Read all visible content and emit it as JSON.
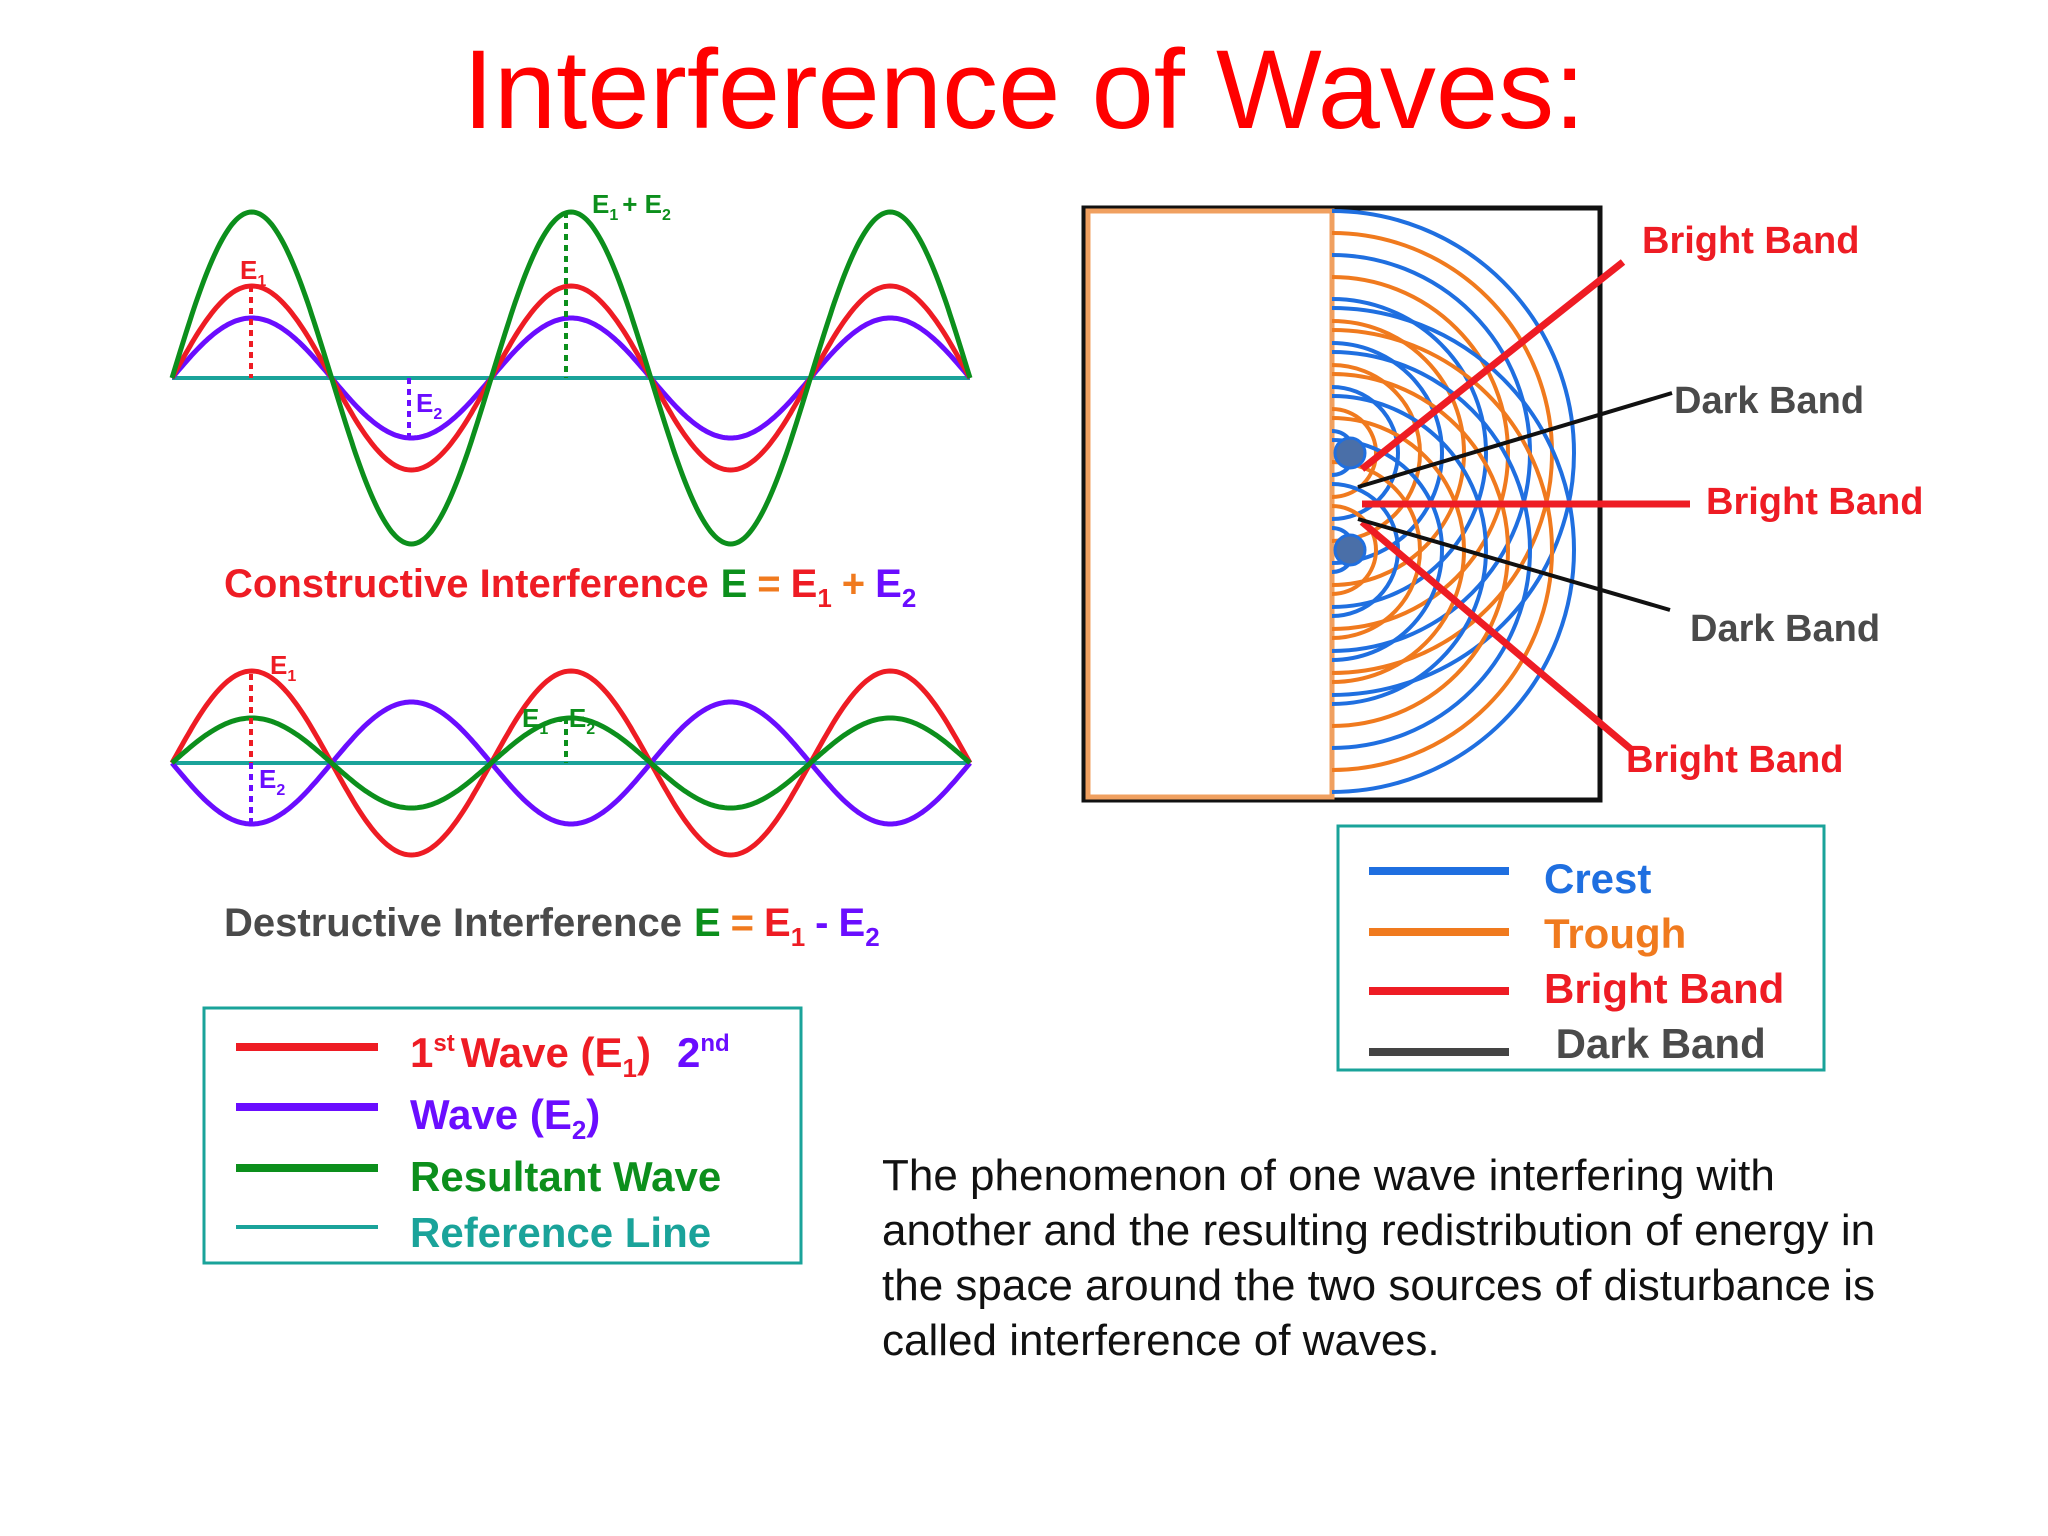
{
  "title": "Interference of Waves:",
  "colors": {
    "title": "#ff0000",
    "wave1": "#ee1c24",
    "wave2": "#6a0dff",
    "resultant": "#0c8f1c",
    "reference": "#1aa39a",
    "crest": "#1f6fe0",
    "trough": "#f07a1e",
    "bright": "#ee1c24",
    "dark": "#444444",
    "operator": "#f07a1e"
  },
  "constructive": {
    "peak_label_resultant": {
      "base": "E",
      "sub1": "1",
      "plus": "+ E",
      "sub2": "2"
    },
    "peak_label_e1": {
      "base": "E",
      "sub": "1"
    },
    "trough_label_e2": {
      "base": "E",
      "sub": "2"
    },
    "caption": {
      "text": "Constructive Interference",
      "E": "E",
      "eq": "=",
      "E1": "E",
      "E1sub": "1",
      "op": "+",
      "E2": "E",
      "E2sub": "2"
    }
  },
  "destructive": {
    "label_e1": {
      "base": "E",
      "sub": "1"
    },
    "label_e2": {
      "base": "E",
      "sub": "2"
    },
    "label_diff": {
      "base1": "E",
      "sub1": "1",
      "dash": "-",
      "base2": "E",
      "sub2": "2"
    },
    "caption": {
      "text": "Destructive Interference",
      "E": "E",
      "eq": "=",
      "E1": "E",
      "E1sub": "1",
      "op": "-",
      "E2": "E",
      "E2sub": "2"
    }
  },
  "wave_legend": {
    "wave1": {
      "prefix": "1",
      "sup": "st",
      "text": "Wave (E",
      "sub": "1",
      "close": ")",
      "second": "2",
      "second_sup": "nd"
    },
    "wave2": {
      "text": "Wave (E",
      "sub": "2",
      "close": ")"
    },
    "resultant": "Resultant Wave",
    "reference": "Reference Line"
  },
  "double_slit": {
    "labels": {
      "bright_top": "Bright Band",
      "dark_upper": "Dark Band",
      "bright_mid": "Bright Band",
      "dark_lower": "Dark Band",
      "bright_bottom": "Bright Band"
    }
  },
  "band_legend": {
    "crest": "Crest",
    "trough": "Trough",
    "bright": "Bright Band",
    "dark": " Dark Band"
  },
  "description": "The phenomenon of one wave interfering with another and the resulting  redistribution of energy in the space  around the two sources of disturbance is  called interference of waves."
}
